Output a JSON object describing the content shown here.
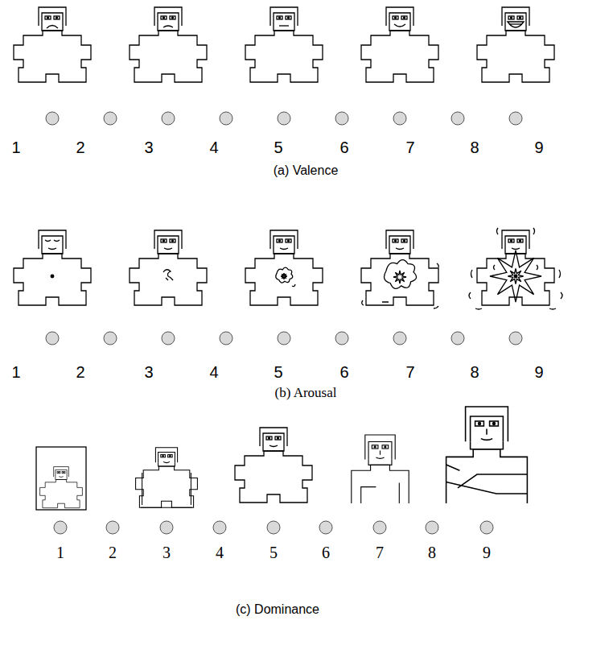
{
  "diagram": {
    "labels": [
      "1",
      "2",
      "3",
      "4",
      "5",
      "6",
      "7",
      "8",
      "9",
      "(a) Valence",
      "1",
      "2",
      "3",
      "4",
      "5",
      "6",
      "7",
      "8",
      "9",
      "(b) Arousal",
      "1",
      "2",
      "3",
      "4",
      "5",
      "6",
      "7",
      "8",
      "9",
      "(c) Dominance"
    ]
  }
}
